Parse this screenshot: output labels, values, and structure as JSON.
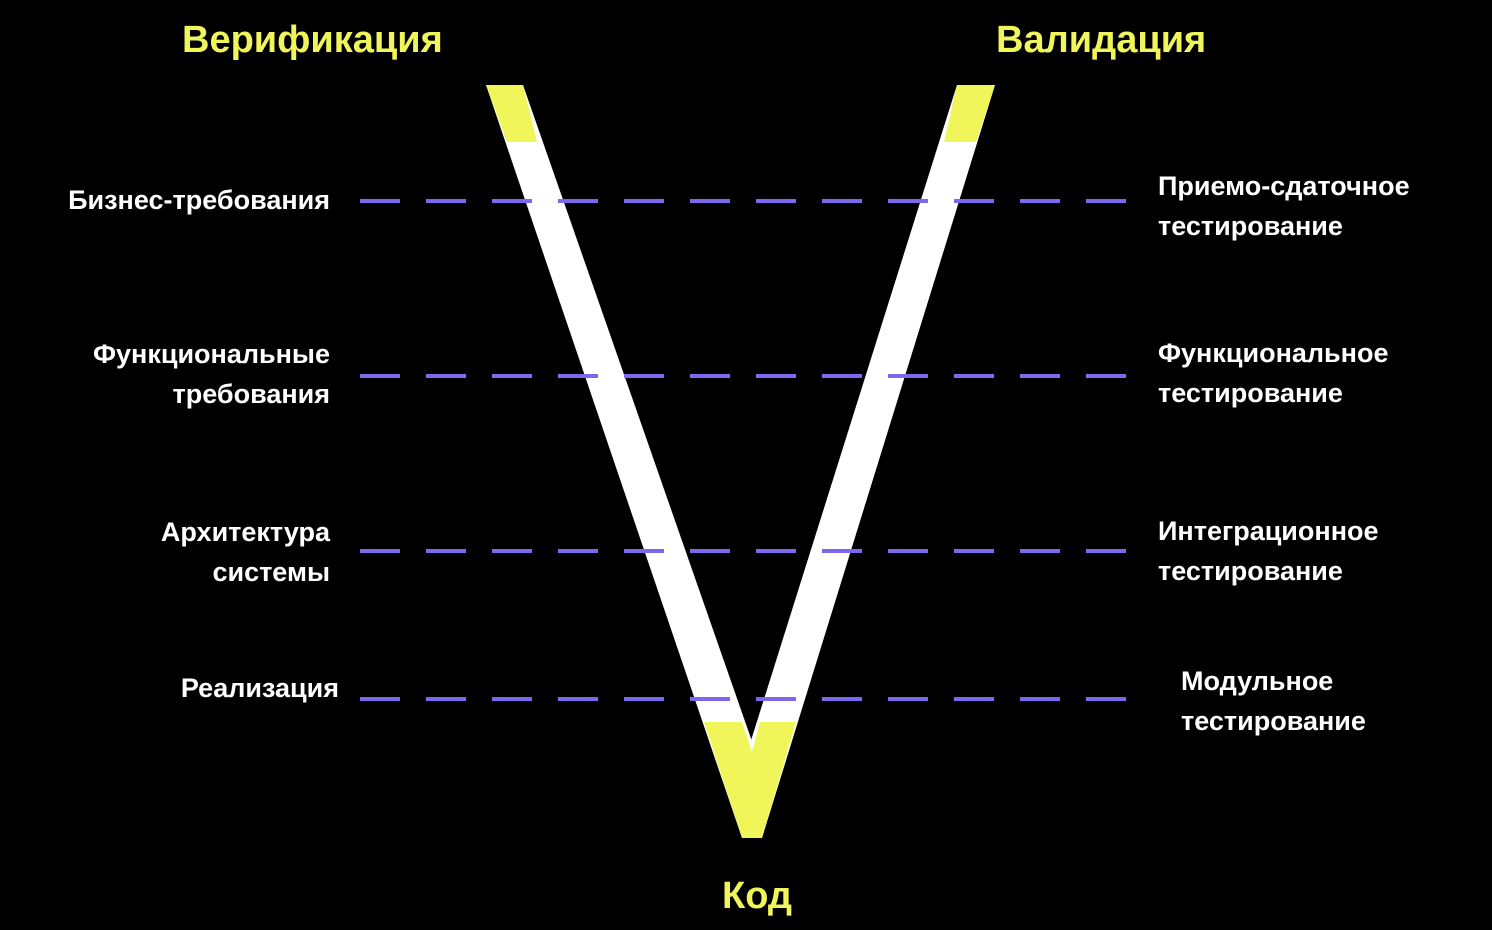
{
  "colors": {
    "background": "#000000",
    "accent_yellow": "#F0F55A",
    "v_body_white": "#FFFFFF",
    "dash_purple": "#7B68EE",
    "text_white": "#FFFFFF"
  },
  "headings": {
    "verification": "Верификация",
    "validation": "Валидация",
    "code": "Код"
  },
  "left_stages": [
    {
      "lines": [
        "Бизнес-требования"
      ]
    },
    {
      "lines": [
        "Функциональные",
        "требования"
      ]
    },
    {
      "lines": [
        "Архитектура",
        "системы"
      ]
    },
    {
      "lines": [
        "Реализация"
      ]
    }
  ],
  "right_stages": [
    {
      "lines": [
        "Приемо-сдаточное",
        "тестирование"
      ]
    },
    {
      "lines": [
        "Функциональное",
        "тестирование"
      ]
    },
    {
      "lines": [
        "Интеграционное",
        "тестирование"
      ]
    },
    {
      "lines": [
        "Модульное",
        "тестирование"
      ]
    }
  ]
}
